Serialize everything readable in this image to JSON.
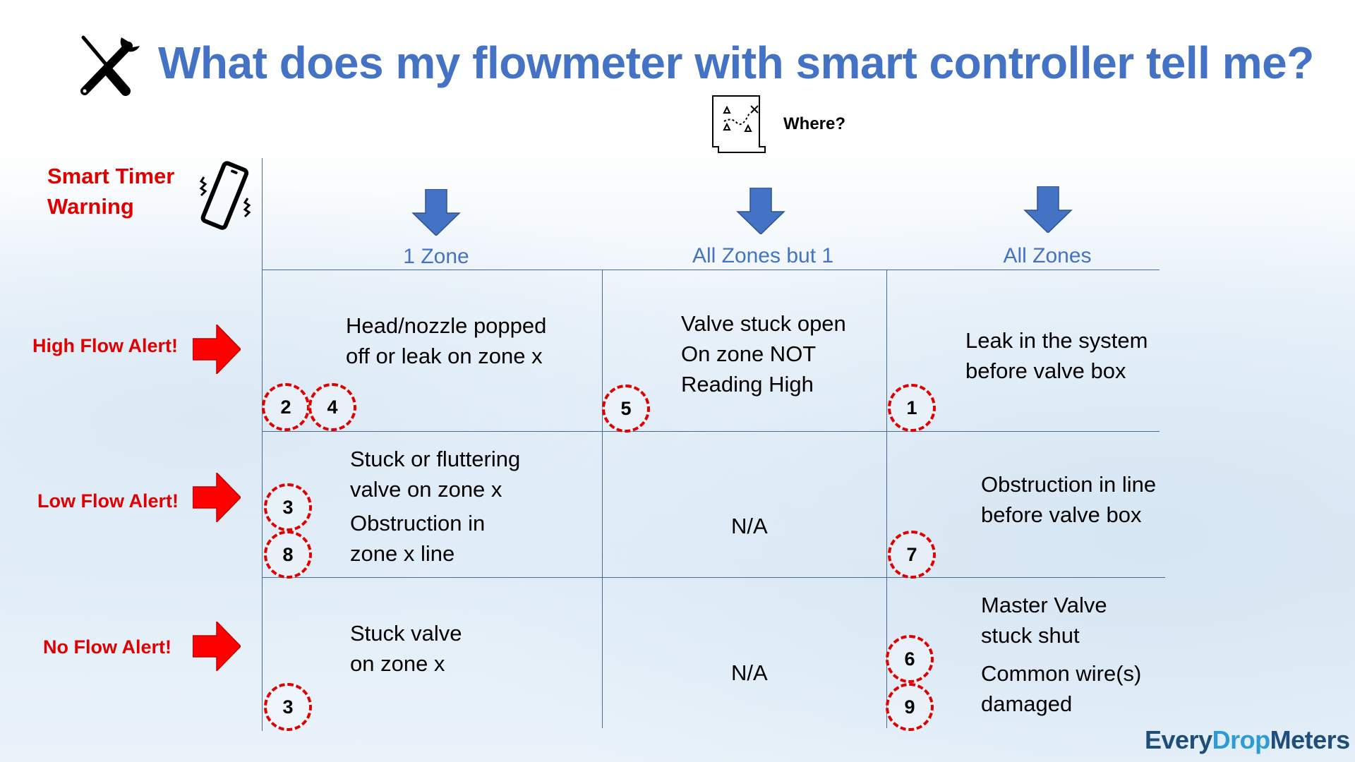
{
  "title": "What does my flowmeter with smart controller tell me?",
  "where_label": "Where?",
  "smart_timer_warning": [
    "Smart Timer",
    "Warning"
  ],
  "columns": [
    "1 Zone",
    "All Zones but 1",
    "All Zones"
  ],
  "rows": [
    "High Flow Alert!",
    "Low Flow Alert!",
    "No Flow Alert!"
  ],
  "cells": {
    "high_1zone": [
      "Head/nozzle popped",
      "off or leak on zone x"
    ],
    "high_allbut1": [
      "Valve stuck open",
      "On zone NOT",
      "Reading High"
    ],
    "high_all": [
      "Leak in the system",
      "before valve box"
    ],
    "low_1zone_a": [
      "Stuck or fluttering",
      "valve on zone x"
    ],
    "low_1zone_b": [
      "Obstruction in",
      "zone x line"
    ],
    "low_allbut1": "N/A",
    "low_all": [
      "Obstruction in line",
      "before valve box"
    ],
    "no_1zone": [
      "Stuck valve",
      "on zone x"
    ],
    "no_allbut1": "N/A",
    "no_all_a": [
      "Master Valve",
      "stuck shut"
    ],
    "no_all_b": [
      "Common wire(s)",
      "damaged"
    ]
  },
  "badges": [
    "2",
    "4",
    "5",
    "1",
    "3",
    "8",
    "7",
    "3",
    "6",
    "9"
  ],
  "logo": {
    "part1": "Every",
    "part2": "Drop",
    "part3": "Meters"
  },
  "colors": {
    "title": "#4472c4",
    "alert": "#e00000",
    "logo_dark": "#1f4e79",
    "logo_light": "#2e9bd6"
  }
}
